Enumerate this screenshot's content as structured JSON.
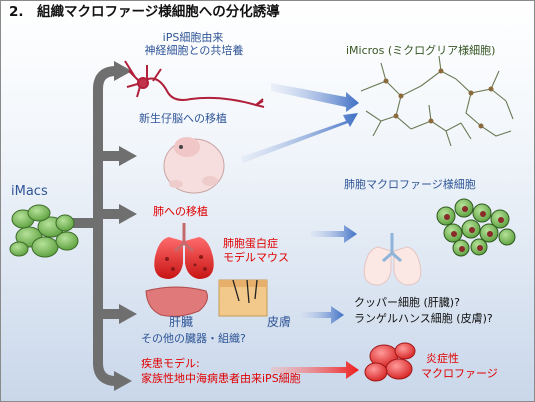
{
  "title": "2.　組織マクロファージ様細胞への分化誘導",
  "source": {
    "label": "iMacs"
  },
  "routes": {
    "ips_coculture": {
      "line1": "iPS細胞由来",
      "line2": "神経細胞との共培養"
    },
    "neonatal": {
      "label": "新生仔脳への移植"
    },
    "lung": {
      "label": "肺への移植",
      "model_line1": "肺胞蛋白症",
      "model_line2": "モデルマウス"
    },
    "organs": {
      "liver": "肝臓",
      "skin": "皮膚",
      "other": "その他の臓器・組織?"
    },
    "disease": {
      "line1": "疾患モデル:",
      "line2": "家族性地中海病患者由来iPS細胞"
    }
  },
  "outcomes": {
    "imicros": "iMicros (ミクログリア様細胞)",
    "alveolar": "肺胞マクロファージ様細胞",
    "kupffer": "クッパー細胞 (肝臓)?",
    "langerhans": "ランゲルハンス細胞 (皮膚)?",
    "inflammatory_line1": "炎症性",
    "inflammatory_line2": "マクロファージ"
  },
  "colors": {
    "blue": "#2f5597",
    "red": "#e00000",
    "green": "#375623",
    "gray_arrow": "#6f6f6f"
  }
}
